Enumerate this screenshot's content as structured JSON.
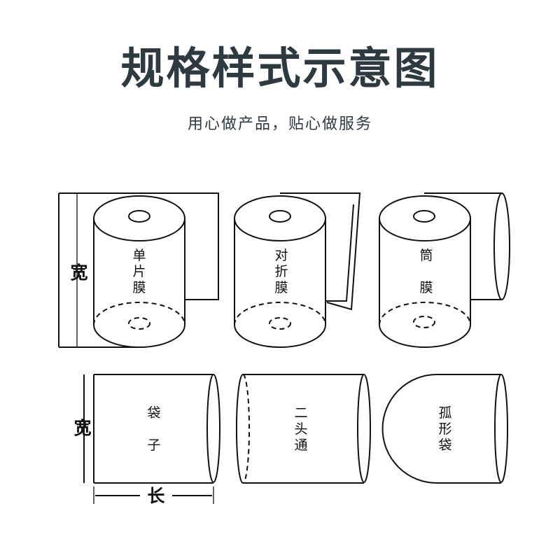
{
  "header": {
    "title": "规格样式示意图",
    "subtitle": "用心做产品，贴心做服务"
  },
  "dimensions": {
    "width": "宽",
    "length": "长"
  },
  "rolls": [
    {
      "label": [
        "单",
        "片",
        "膜"
      ]
    },
    {
      "label": [
        "对",
        "折",
        "膜"
      ]
    },
    {
      "label": [
        "筒",
        "",
        "膜"
      ]
    }
  ],
  "bags": [
    {
      "label": [
        "袋",
        "",
        "子"
      ]
    },
    {
      "label": [
        "二",
        "头",
        "通"
      ]
    },
    {
      "label": [
        "孤",
        "形",
        "袋"
      ]
    }
  ]
}
